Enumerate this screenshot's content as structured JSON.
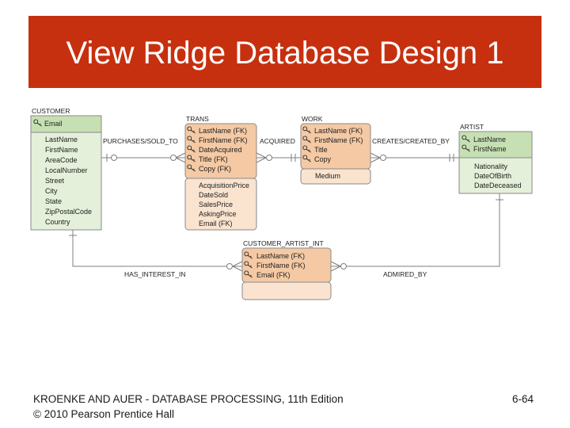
{
  "slide": {
    "title": "View Ridge Database Design 1",
    "footer_line1": "KROENKE AND AUER - DATABASE PROCESSING, 11th Edition",
    "footer_line2": "© 2010 Pearson Prentice Hall",
    "page_number": "6-64"
  },
  "colors": {
    "title_bar": "#c7300f",
    "entity_green_key": "#c6e0b4",
    "entity_green_body": "#e4f0d9",
    "entity_orange_key": "#f4c9a4",
    "entity_orange_body": "#fae3cf",
    "line": "#7f7f7f"
  },
  "entities": {
    "customer": {
      "name": "CUSTOMER",
      "keys": [
        "Email"
      ],
      "attributes": [
        "LastName",
        "FirstName",
        "AreaCode",
        "LocalNumber",
        "Street",
        "City",
        "State",
        "ZipPostalCode",
        "Country"
      ]
    },
    "trans": {
      "name": "TRANS",
      "keys": [
        "LastName (FK)",
        "FirstName (FK)",
        "DateAcquired",
        "Title (FK)",
        "Copy (FK)"
      ],
      "attributes": [
        "AcquisitionPrice",
        "DateSold",
        "SalesPrice",
        "AskingPrice",
        "Email (FK)"
      ]
    },
    "work": {
      "name": "WORK",
      "keys": [
        "LastName (FK)",
        "FirstName (FK)",
        "Title",
        "Copy"
      ],
      "attributes": [
        "Medium"
      ]
    },
    "artist": {
      "name": "ARTIST",
      "keys": [
        "LastName",
        "FirstName"
      ],
      "attributes": [
        "Nationality",
        "DateOfBirth",
        "DateDeceased"
      ]
    },
    "customer_artist_int": {
      "name": "CUSTOMER_ARTIST_INT",
      "keys": [
        "LastName (FK)",
        "FirstName (FK)",
        "Email (FK)"
      ],
      "attributes": []
    }
  },
  "relationships": {
    "purchases_sold_to": "PURCHASES/SOLD_TO",
    "acquired": "ACQUIRED",
    "creates_created_by": "CREATES/CREATED_BY",
    "has_interest_in": "HAS_INTEREST_IN",
    "admired_by": "ADMIRED_BY"
  }
}
